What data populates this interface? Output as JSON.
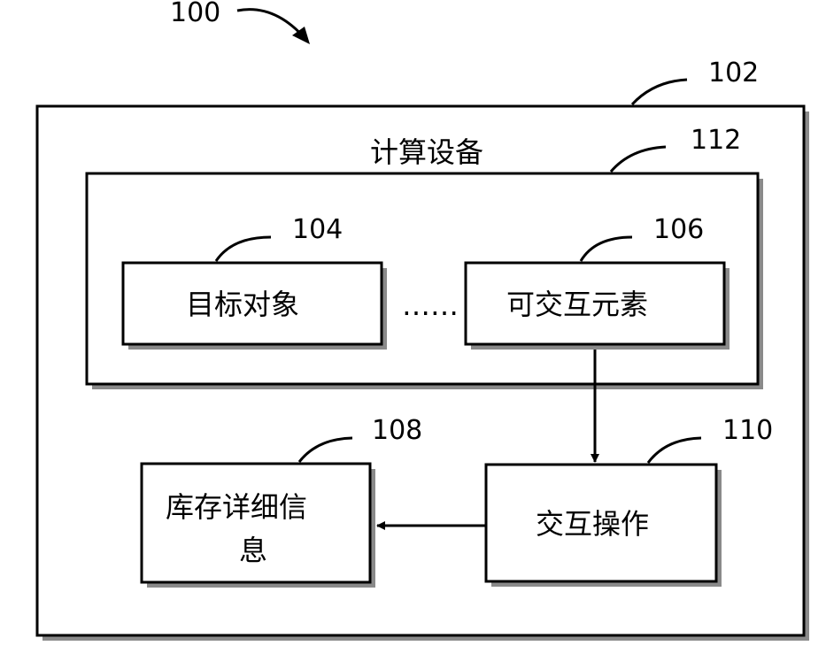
{
  "figure": {
    "ref": "100",
    "device": {
      "ref": "102",
      "label": "计算设备"
    },
    "group": {
      "ref": "112"
    },
    "target_object": {
      "ref": "104",
      "label": "目标对象"
    },
    "ellipsis": "……",
    "interactive_element": {
      "ref": "106",
      "label": "可交互元素"
    },
    "interaction": {
      "ref": "110",
      "label": "交互操作"
    },
    "inventory": {
      "ref": "108",
      "label_line1": "库存详细信",
      "label_line2": "息"
    }
  }
}
